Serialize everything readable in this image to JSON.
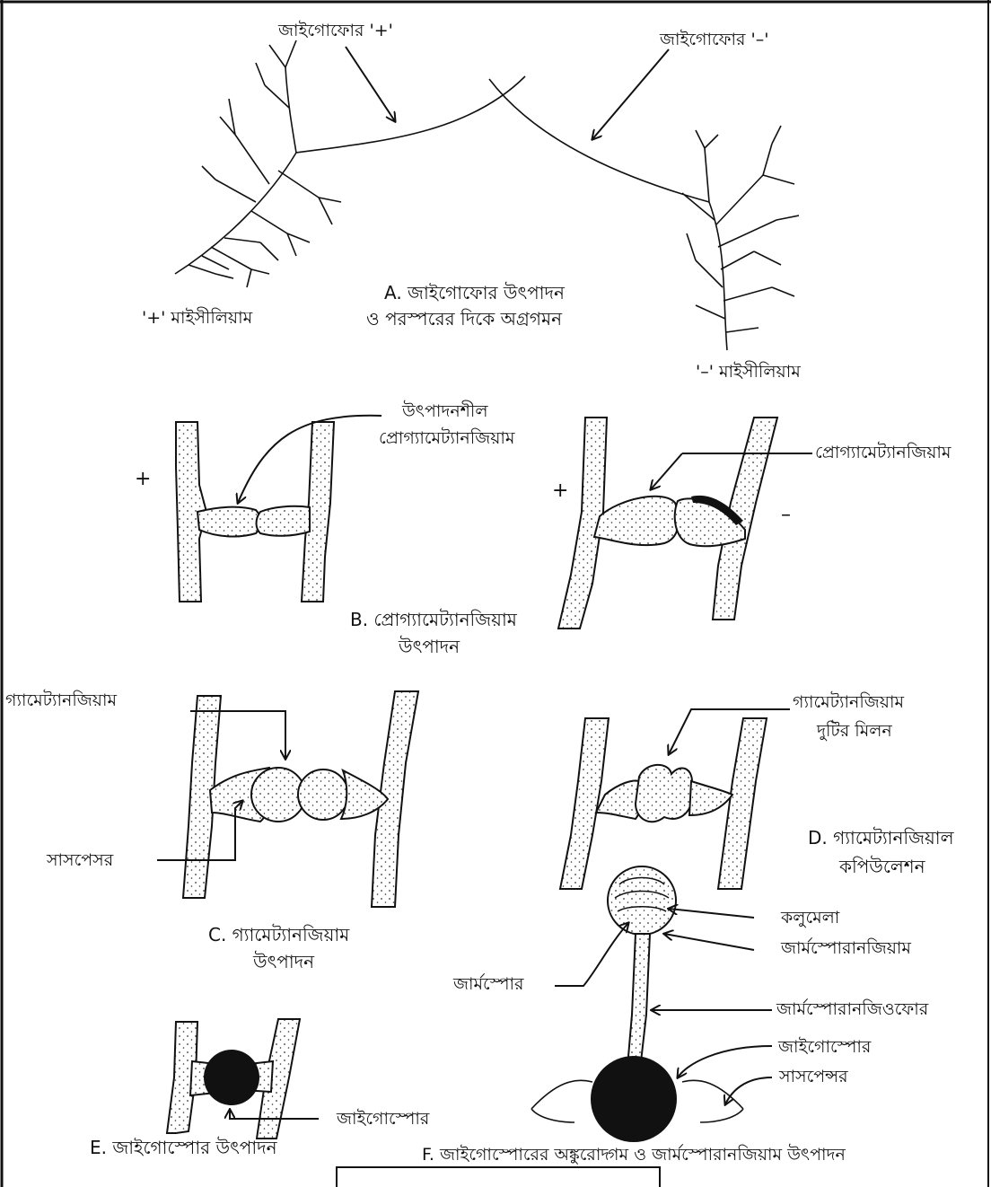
{
  "labels": {
    "zygophore_plus": "জাইগোফোর '+'",
    "zygophore_minus": "জাইগোফোর '–'",
    "mycelium_plus": "'+' মাইসীলিয়াম",
    "mycelium_minus": "'–' মাইসীলিয়াম",
    "caption_a_line1": "A. জাইগোফোর উৎপাদন",
    "caption_a_line2": "ও পরস্পরের দিকে অগ্রগমন",
    "fertile_progametangium_line1": "উৎপাদনশীল",
    "fertile_progametangium_line2": "প্রোগ্যামেট্যানজিয়াম",
    "progametangium": "প্রোগ্যামেট্যানজিয়াম",
    "caption_b_line1": "B. প্রোগ্যামেট্যানজিয়াম",
    "caption_b_line2": "উৎপাদন",
    "gametangium": "গ্যামেট্যানজিয়াম",
    "suspensor_c": "সাসপেসর",
    "caption_c_line1": "C. গ্যামেট্যানজিয়াম",
    "caption_c_line2": "উৎপাদন",
    "gametangia_union_line1": "গ্যামেট্যানজিয়াম",
    "gametangia_union_line2": "দুটির মিলন",
    "caption_d_line1": "D. গ্যামেট্যানজিয়াল",
    "caption_d_line2": "কপিউলেশন",
    "columella": "কলুমেলা",
    "germsporangium": "জার্মস্পোরানজিয়াম",
    "germspore": "জার্মস্পোর",
    "germsporangiophore": "জার্মস্পোরানজিওফোর",
    "zygospore_f": "জাইগোস্পোর",
    "suspensor_f": "সাসপেন্সর",
    "zygospore_e": "জাইগোস্পোর",
    "caption_e": "E. জাইগোস্পোর উৎপাদন",
    "caption_f": "F. জাইগোস্পোরের অঙ্কুরোদ্গম ও জার্মস্পোরানজিয়াম উৎপাদন",
    "sign_plus": "+",
    "sign_minus": "–"
  }
}
